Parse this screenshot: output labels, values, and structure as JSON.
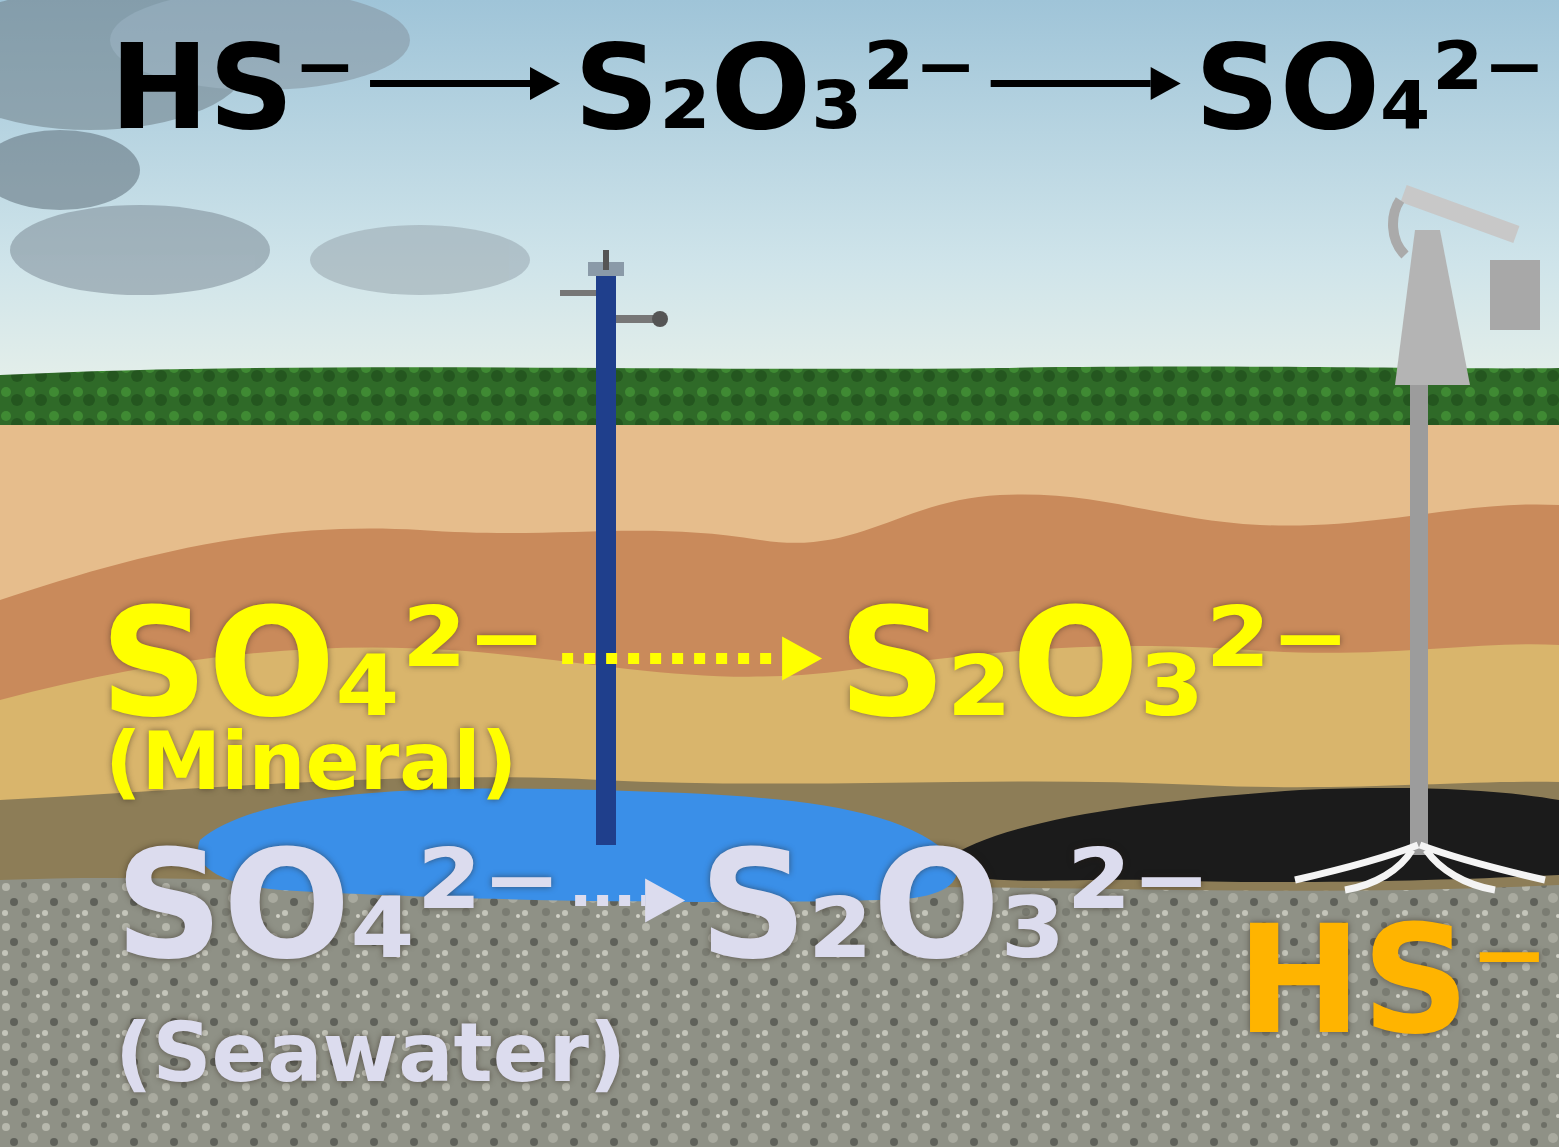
{
  "diagram": {
    "labels": [
      "HS⁻",
      "S₂O₃²⁻",
      "SO₄²⁻",
      "SO₄²⁻",
      "S₂O₃²⁻",
      "(Mineral)",
      "SO₄²⁻",
      "S₂O₃²⁻",
      "(Seawater)",
      "HS⁻"
    ]
  }
}
